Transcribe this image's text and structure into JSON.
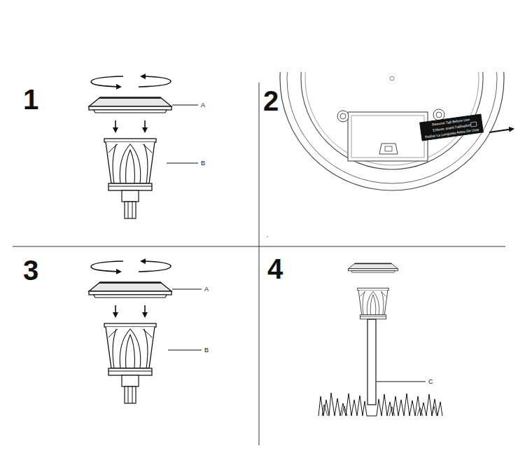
{
  "diagram": {
    "labels": [
      "1",
      "A",
      "B",
      "2",
      "Remove Tab Before Use",
      "Enlever avant l'utilisation",
      "Retirar La Lengueta Antes De Usar",
      "3",
      "A",
      "B",
      "4",
      "C"
    ]
  }
}
